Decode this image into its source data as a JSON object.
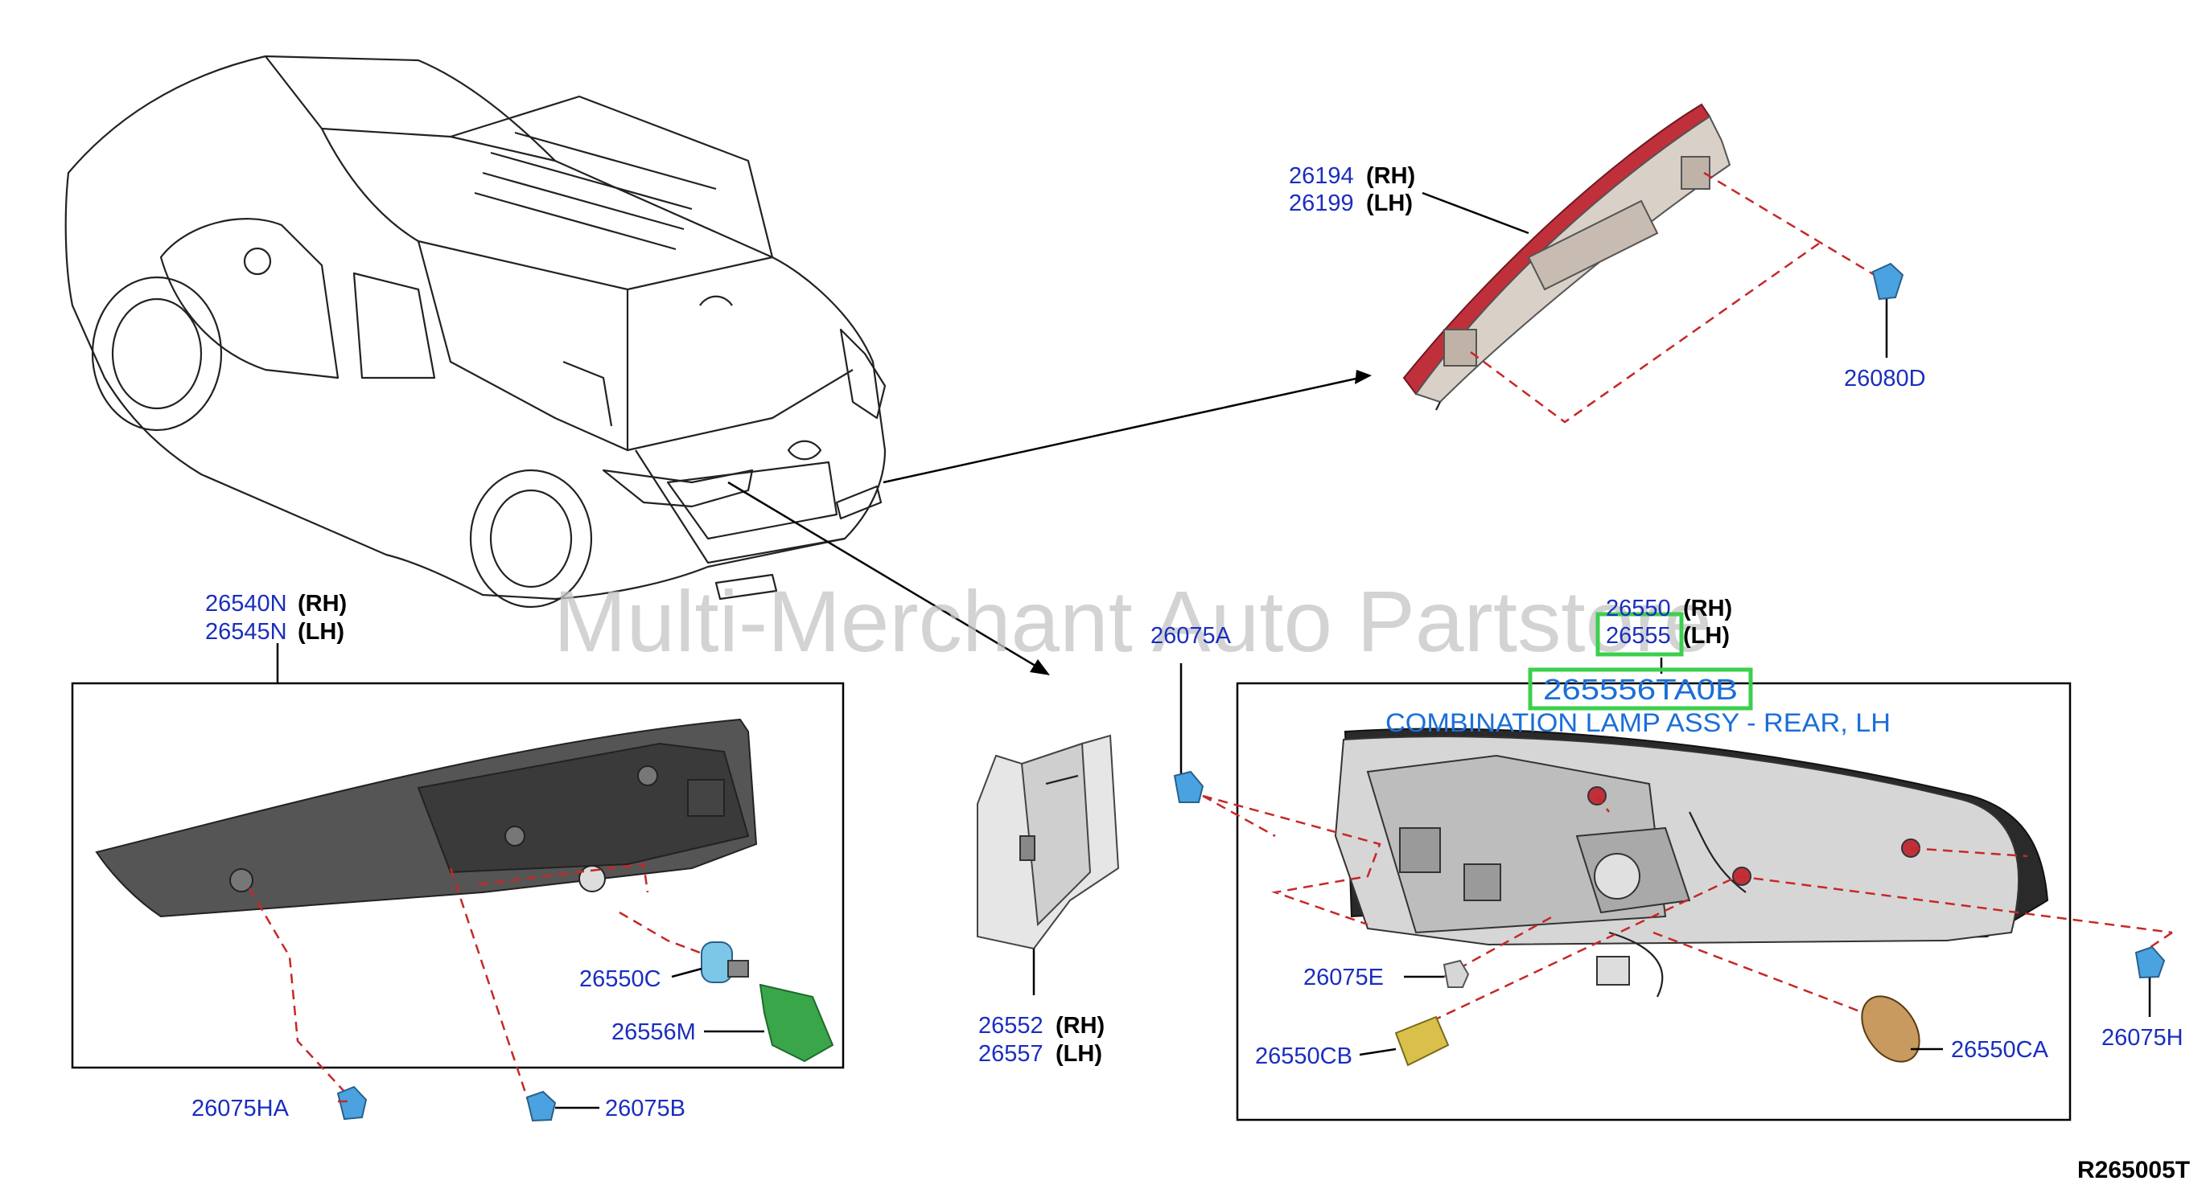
{
  "labels": {
    "p26194": "26194",
    "p26199": "26199",
    "p26080d": "26080D",
    "p26540n": "26540N",
    "p26545n": "26545N",
    "p26550c": "26550C",
    "p26556m": "26556M",
    "p26075ha": "26075HA",
    "p26075b": "26075B",
    "p26552": "26552",
    "p26557": "26557",
    "p26075a": "26075A",
    "p26550": "26550",
    "p26555": "26555",
    "p26075e": "26075E",
    "p26550cb": "26550CB",
    "p26550ca": "26550CA",
    "p26075h": "26075H",
    "rh": "(RH)",
    "lh": "(LH)"
  },
  "highlight": {
    "part_number": "265556TA0B",
    "description": "COMBINATION LAMP ASSY - REAR, LH"
  },
  "watermark": "Multi-Merchant Auto Partstore",
  "reference_code": "R265005T",
  "colors": {
    "part_number": "#1a2ebe",
    "highlight_text": "#1a6fd8",
    "highlight_box": "#3ccf4e",
    "dashed_leader": "#c62828",
    "lamp_red": "#c0303a"
  }
}
